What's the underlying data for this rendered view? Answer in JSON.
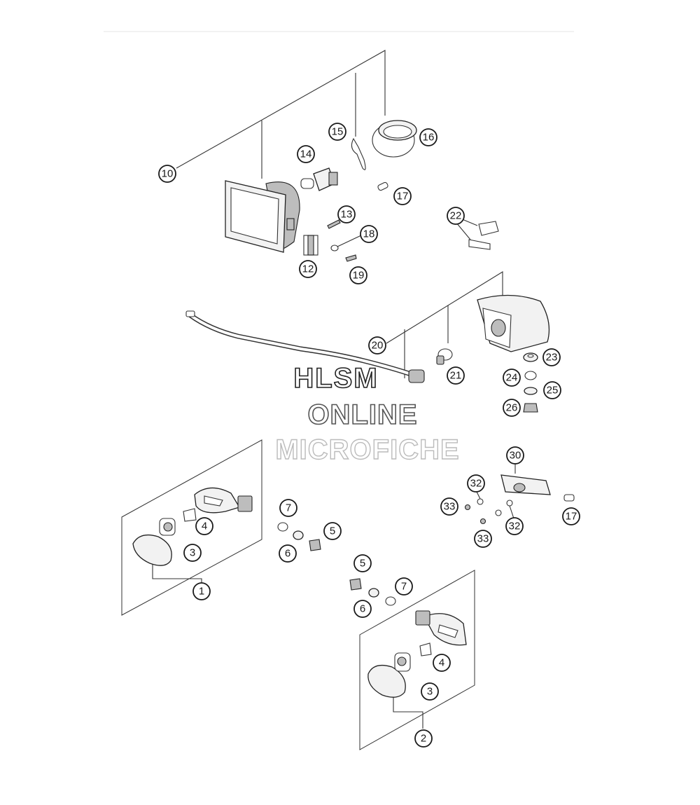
{
  "watermark": {
    "line1": "HLSM",
    "line2": "ONLINE",
    "line3": "MICROFICHE"
  },
  "callouts": [
    {
      "id": "c10",
      "label": "10"
    },
    {
      "id": "c15",
      "label": "15"
    },
    {
      "id": "c16",
      "label": "16"
    },
    {
      "id": "c14",
      "label": "14"
    },
    {
      "id": "c17a",
      "label": "17"
    },
    {
      "id": "c13",
      "label": "13"
    },
    {
      "id": "c18",
      "label": "18"
    },
    {
      "id": "c12",
      "label": "12"
    },
    {
      "id": "c19",
      "label": "19"
    },
    {
      "id": "c22",
      "label": "22"
    },
    {
      "id": "c20",
      "label": "20"
    },
    {
      "id": "c21",
      "label": "21"
    },
    {
      "id": "c23",
      "label": "23"
    },
    {
      "id": "c24",
      "label": "24"
    },
    {
      "id": "c25",
      "label": "25"
    },
    {
      "id": "c26",
      "label": "26"
    },
    {
      "id": "c30",
      "label": "30"
    },
    {
      "id": "c32a",
      "label": "32"
    },
    {
      "id": "c33a",
      "label": "33"
    },
    {
      "id": "c33b",
      "label": "33"
    },
    {
      "id": "c32b",
      "label": "32"
    },
    {
      "id": "c17b",
      "label": "17"
    },
    {
      "id": "c7a",
      "label": "7"
    },
    {
      "id": "c5a",
      "label": "5"
    },
    {
      "id": "c6a",
      "label": "6"
    },
    {
      "id": "c4a",
      "label": "4"
    },
    {
      "id": "c3a",
      "label": "3"
    },
    {
      "id": "c1",
      "label": "1"
    },
    {
      "id": "c5b",
      "label": "5"
    },
    {
      "id": "c7b",
      "label": "7"
    },
    {
      "id": "c6b",
      "label": "6"
    },
    {
      "id": "c4b",
      "label": "4"
    },
    {
      "id": "c3b",
      "label": "3"
    },
    {
      "id": "c2",
      "label": "2"
    }
  ]
}
